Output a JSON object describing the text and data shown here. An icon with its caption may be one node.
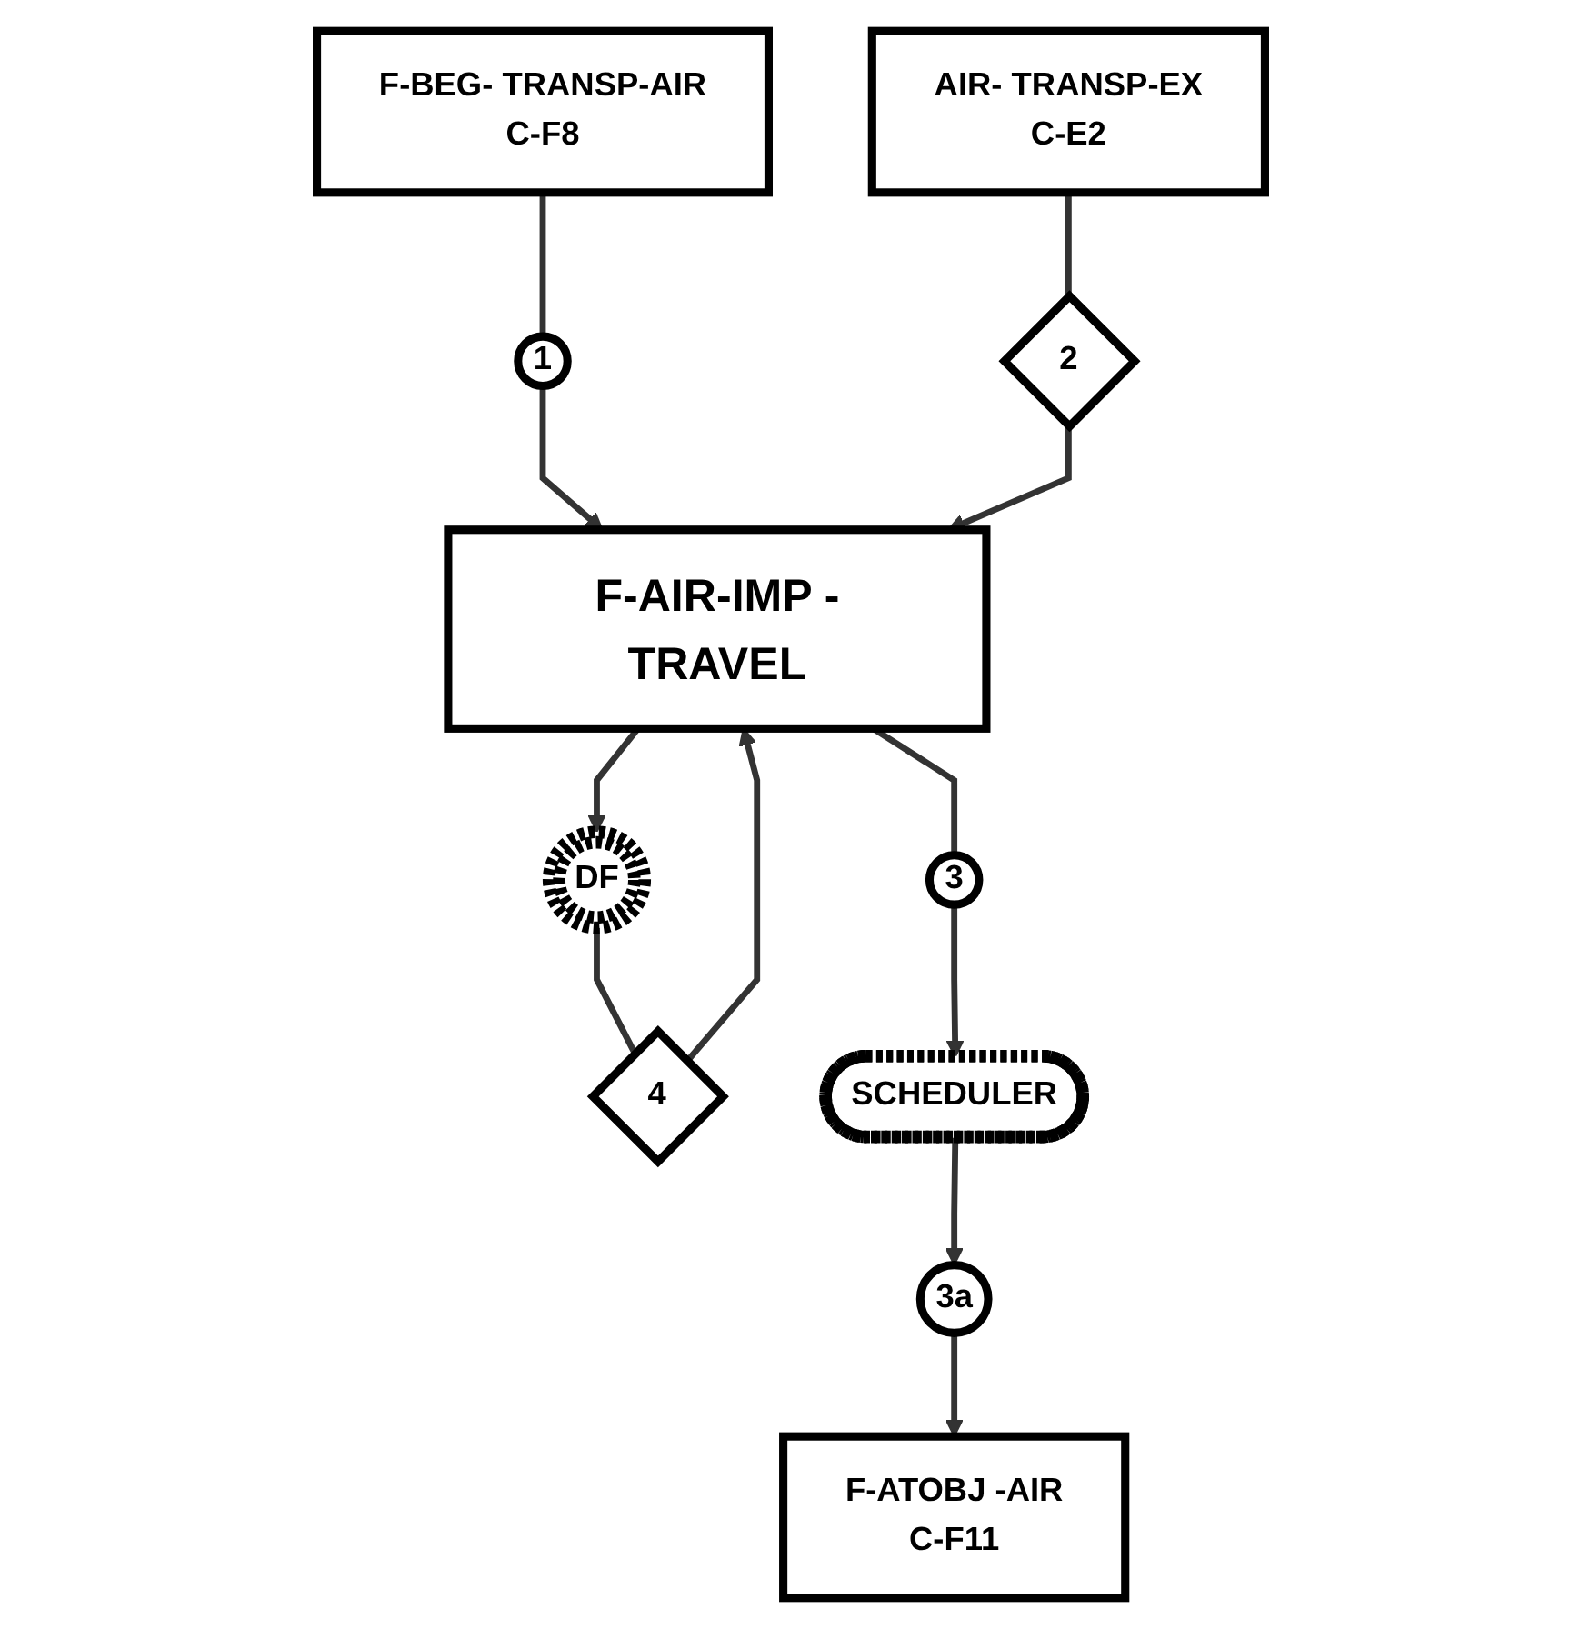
{
  "diagram": {
    "nodes": [
      {
        "text": [
          "F-BEG- TRANSP-AIR",
          "C-F8"
        ]
      },
      {
        "text": [
          "AIR- TRANSP-EX",
          "C-E2"
        ]
      },
      {
        "text": [
          "1"
        ]
      },
      {
        "text": [
          "2"
        ]
      },
      {
        "text": [
          "F-AIR-IMP -TRAVEL"
        ]
      },
      {
        "text": [
          "DF"
        ]
      },
      {
        "text": [
          "4"
        ]
      },
      {
        "text": [
          "3"
        ]
      },
      {
        "text": [
          "SCHEDULER"
        ]
      },
      {
        "text": [
          "3a"
        ]
      },
      {
        "text": [
          "F-ATOBJ -AIR",
          "C-F11"
        ]
      }
    ],
    "edges": [
      {
        "from": 0,
        "to": 2,
        "arrow": "none"
      },
      {
        "from": 2,
        "to": 4,
        "arrow": "to"
      },
      {
        "from": 1,
        "to": 3,
        "arrow": "none"
      },
      {
        "from": 3,
        "to": 4,
        "arrow": "to"
      },
      {
        "from": 4,
        "to": 5,
        "arrow": "to"
      },
      {
        "from": 5,
        "to": 6,
        "arrow": "none"
      },
      {
        "from": 6,
        "to": 4,
        "arrow": "to"
      },
      {
        "from": 4,
        "to": 7,
        "arrow": "none"
      },
      {
        "from": 7,
        "to": 8,
        "arrow": "to"
      },
      {
        "from": 8,
        "to": 9,
        "arrow": "to"
      },
      {
        "from": 9,
        "to": 10,
        "arrow": "to"
      }
    ]
  }
}
